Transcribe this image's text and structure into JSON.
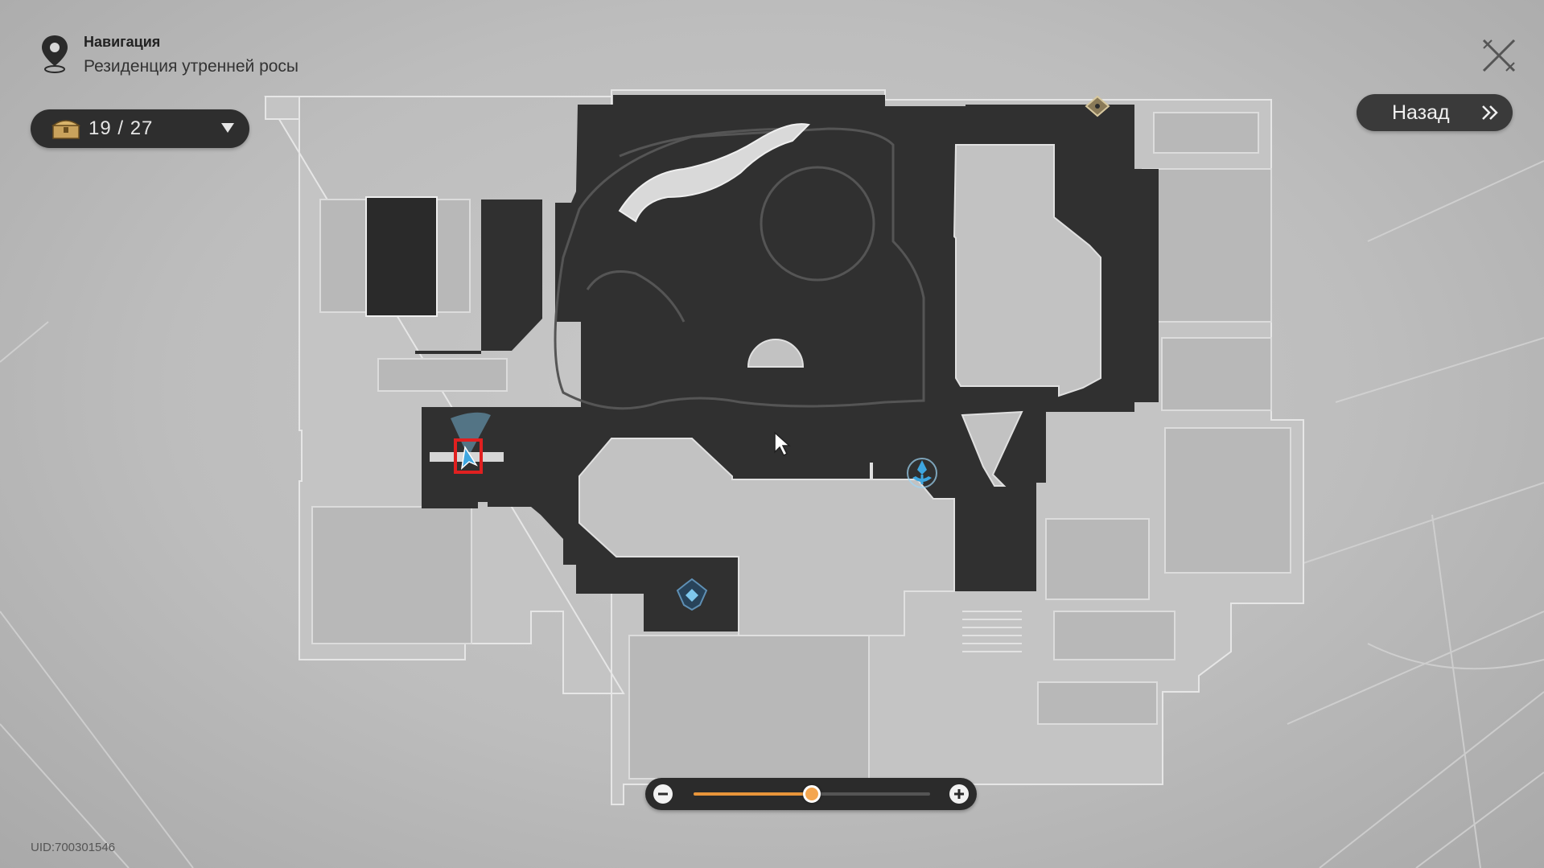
{
  "navigation": {
    "title": "Навигация",
    "location": "Резиденция утренней росы"
  },
  "chest_counter": {
    "label": "19 / 27",
    "found": 19,
    "total": 27
  },
  "back_button": {
    "label": "Назад"
  },
  "zoom": {
    "level": 0.5
  },
  "uid": "UID:700301546",
  "icons": {
    "pin": "location-pin-icon",
    "chest": "treasure-chest-icon",
    "dropdown": "dropdown-triangle-icon",
    "close": "close-icon",
    "back": "double-chevron-right-icon",
    "player": "player-arrow-icon",
    "teleport": "space-anchor-icon",
    "boss": "warp-trotter-icon",
    "chest_map": "map-chest-icon",
    "cursor": "mouse-cursor-icon"
  },
  "colors": {
    "map_dark": "#2f2f2f",
    "map_light": "#c3c3c3",
    "accent_orange": "#e8953a",
    "player_blue": "#3ea6e0",
    "highlight_red": "#e02020"
  }
}
